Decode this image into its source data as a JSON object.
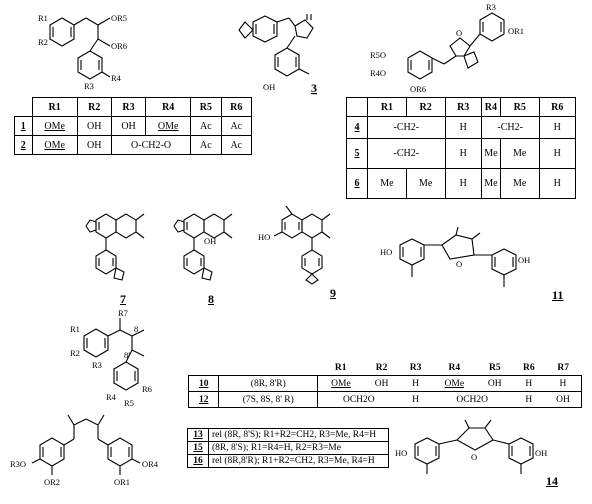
{
  "labels": {
    "s1": {
      "R1": "R1",
      "R2": "R2",
      "R3": "R3",
      "R4": "R4",
      "OR5": "OR5",
      "OR6": "OR6"
    },
    "s3": {
      "OH": "OH",
      "num": "3"
    },
    "s4": {
      "R3": "R3",
      "OR1": "OR1",
      "R5O": "R5O",
      "R4O": "R4O",
      "OR6": "OR6",
      "O": "O"
    },
    "s11": {
      "HO": "HO",
      "OH": "OH",
      "O": "O"
    },
    "s10": {
      "R1": "R1",
      "R2": "R2",
      "R3": "R3",
      "R4": "R4",
      "R5": "R5",
      "R6": "R6",
      "R7": "R7",
      "c8": "8",
      "c8p": "8'"
    },
    "s13": {
      "R3O": "R3O",
      "OR2": "OR2",
      "OR4": "OR4",
      "OR1": "OR1"
    },
    "s14": {
      "HO": "HO",
      "OH": "OH",
      "O": "O"
    },
    "s8": {
      "OH": "OH"
    },
    "s9": {
      "HO": "HO"
    }
  },
  "compound_numbers": {
    "c7": "7",
    "c8": "8",
    "c9": "9",
    "c11": "11",
    "c14": "14"
  },
  "table1": {
    "headers": [
      "",
      "R1",
      "R2",
      "R3",
      "R4",
      "R5",
      "R6"
    ],
    "rows": [
      {
        "id": "1",
        "R1": "OMe",
        "R2": "OH",
        "R3": "OH",
        "R4": "OMe",
        "R5": "Ac",
        "R6": "Ac"
      },
      {
        "id": "2",
        "R1": "OMe",
        "R2": "OH",
        "R34": "O-CH2-O",
        "R5": "Ac",
        "R6": "Ac"
      }
    ]
  },
  "table2": {
    "headers": [
      "",
      "R1",
      "R2",
      "R3",
      "R4",
      "R5",
      "R6"
    ],
    "rows": [
      {
        "id": "4",
        "R12": "-CH2-",
        "R3": "H",
        "R45": "-CH2-",
        "R6": "H"
      },
      {
        "id": "5",
        "R12": "-CH2-",
        "R3": "H",
        "R4": "Me",
        "R5": "Me",
        "R6": "H"
      },
      {
        "id": "6",
        "R1": "Me",
        "R2": "Me",
        "R3": "H",
        "R4": "Me",
        "R5": "Me",
        "R6": "H"
      }
    ]
  },
  "table3": {
    "headers": [
      "R1",
      "R2",
      "R3",
      "R4",
      "R5",
      "R6",
      "R7"
    ],
    "rows": [
      {
        "id": "10",
        "config": "(8R, 8'R)",
        "R1": "OMe",
        "R2": "OH",
        "R3": "H",
        "R4": "OMe",
        "R5": "OH",
        "R6": "H",
        "R7": "H"
      },
      {
        "id": "12",
        "config": "(7S, 8S, 8' R)",
        "R12": "OCH2O",
        "R3": "H",
        "R45": "OCH2O",
        "R6": "H",
        "R7": "OH"
      }
    ]
  },
  "table4": {
    "rows": [
      {
        "id": "13",
        "text": "rel (8R, 8'S); R1+R2=CH2, R3=Me, R4=H"
      },
      {
        "id": "15",
        "text": "(8R, 8'S); R1=R4=H, R2=R3=Me"
      },
      {
        "id": "16",
        "text": "rel (8R,8'R); R1+R2=CH2, R3=Me, R4=H"
      }
    ]
  }
}
